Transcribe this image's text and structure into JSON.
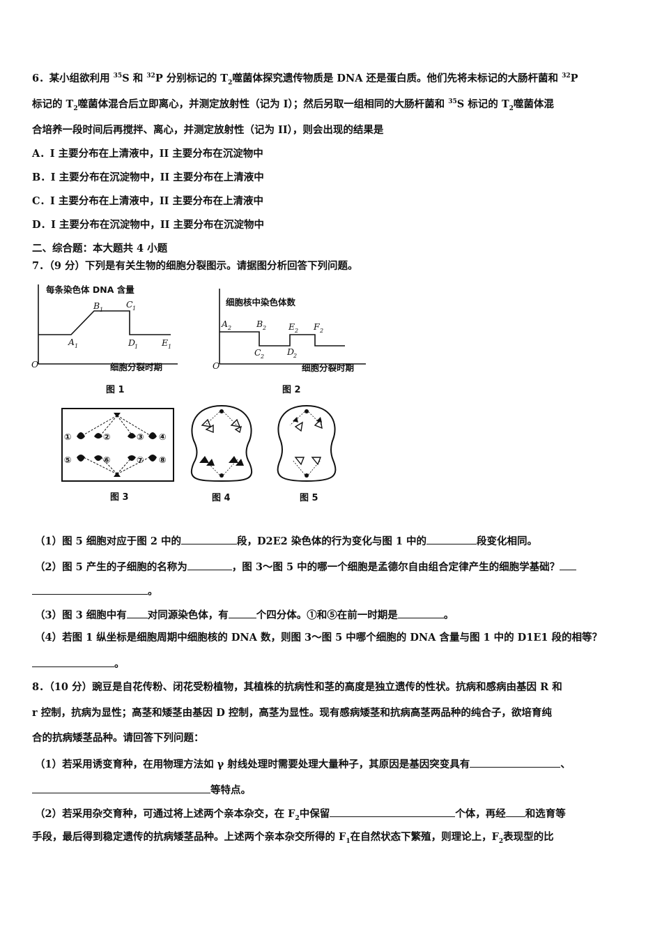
{
  "q6": {
    "num": "6．",
    "l1a": "某小组欲利用",
    "sup35": "35",
    "l1b": "S 和",
    "sup32": "32",
    "l1c": "P 分别标记的 T",
    "sub2": "2",
    "l1d": "噬菌体探究遗传物质是 DNA 还是蛋白质。他们先将未标记的大肠杆菌和",
    "l1e": "P",
    "l2a": "标记的 T",
    "l2b": "噬菌体混合后立即离心，并测定放射性（记为 I）；然后另取一组相同的大肠杆菌和",
    "l2c": "S 标记的 T",
    "l2d": "噬菌体混",
    "l3": "合培养一段时间后再搅拌、离心，并测定放射性（记为 II），则会出现的结果是",
    "optA": "A．I 主要分布在上清液中，II 主要分布在沉淀物中",
    "optB": "B．I 主要分布在沉淀物中，II 主要分布在上清液中",
    "optC": "C．I 主要分布在上清液中，II 主要分布在上清液中",
    "optD": "D．I 主要分布在沉淀物中，II 主要分布在沉淀物中"
  },
  "section2": "二、综合题：本大题共 4 小题",
  "q7": {
    "stem": "7．（9 分）下列是有关生物的细胞分裂图示。请据图分析回答下列问题。",
    "fig1": {
      "ylabel": "每条染色体 DNA 含量",
      "xlabel": "细胞分裂时期",
      "origin": "O",
      "caption": "图 1",
      "labels": [
        {
          "t": "A",
          "s": "1"
        },
        {
          "t": "B",
          "s": "1"
        },
        {
          "t": "C",
          "s": "1"
        },
        {
          "t": "D",
          "s": "1"
        },
        {
          "t": "E",
          "s": "1"
        }
      ]
    },
    "fig2": {
      "ylabel": "细胞核中染色体数",
      "xlabel": "细胞分裂时期",
      "origin": "O",
      "caption": "图 2",
      "labels": [
        {
          "t": "A",
          "s": "2"
        },
        {
          "t": "B",
          "s": "2"
        },
        {
          "t": "C",
          "s": "2"
        },
        {
          "t": "D",
          "s": "2"
        },
        {
          "t": "E",
          "s": "2"
        },
        {
          "t": "F",
          "s": "2"
        }
      ]
    },
    "fig3": {
      "caption": "图 3",
      "nums": [
        "①",
        "②",
        "③",
        "④",
        "⑤",
        "⑥",
        "⑦",
        "⑧"
      ]
    },
    "fig4": {
      "caption": "图 4"
    },
    "fig5": {
      "caption": "图 5"
    },
    "p1a": "（1）图 5 细胞对应于图 2 中的",
    "p1b": "段，D2E2 染色体的行为变化与图 1 中的",
    "p1c": "段变化相同。",
    "p2a": "（2）图 5 产生的子细胞的名称为",
    "p2b": "，图 3～图 5 中的哪一个细胞是孟德尔自由组合定律产生的细胞学基础？",
    "p2c": "。",
    "p3a": "（3）图 3 细胞中有",
    "p3b": "对同源染色体，有",
    "p3c": "个四分体。①和⑤在前一时期是",
    "p3d": "。",
    "p4a": "（4）若图 1 纵坐标是细胞周期中细胞核的 DNA 数，则图 3～图 5 中哪个细胞的 DNA 含量与图 1 中的 D1E1 段的相等？",
    "p4b": "。"
  },
  "q8": {
    "l1": "8．（10 分）豌豆是自花传粉、闭花受粉植物，其植株的抗病性和茎的高度是独立遗传的性状。抗病和感病由基因 R 和",
    "l2": "r 控制，抗病为显性；高茎和矮茎由基因 D 控制，高茎为显性。现有感病矮茎和抗病高茎两品种的纯合子，欲培育纯",
    "l3": "合的抗病矮茎品种。请回答下列问题：",
    "p1a": "（1）若采用诱变育种，在用物理方法如 γ 射线处理时需要处理大量种子，其原因是基因突变具有",
    "p1b": "、",
    "p1c": "等特点。",
    "p2a": "（2）若采用杂交育种，可通过将上述两个亲本杂交，在 F",
    "p2sub": "2",
    "p2b": "中保留",
    "p2c": "个体，再经",
    "p2d": "和选育等",
    "p3a": "手段，最后得到稳定遗传的抗病矮茎品种。上述两个亲本杂交所得的 F",
    "p3sub": "1",
    "p3b": "在自然状态下繁殖，则理论上，F",
    "p3c": "表现型的比"
  }
}
